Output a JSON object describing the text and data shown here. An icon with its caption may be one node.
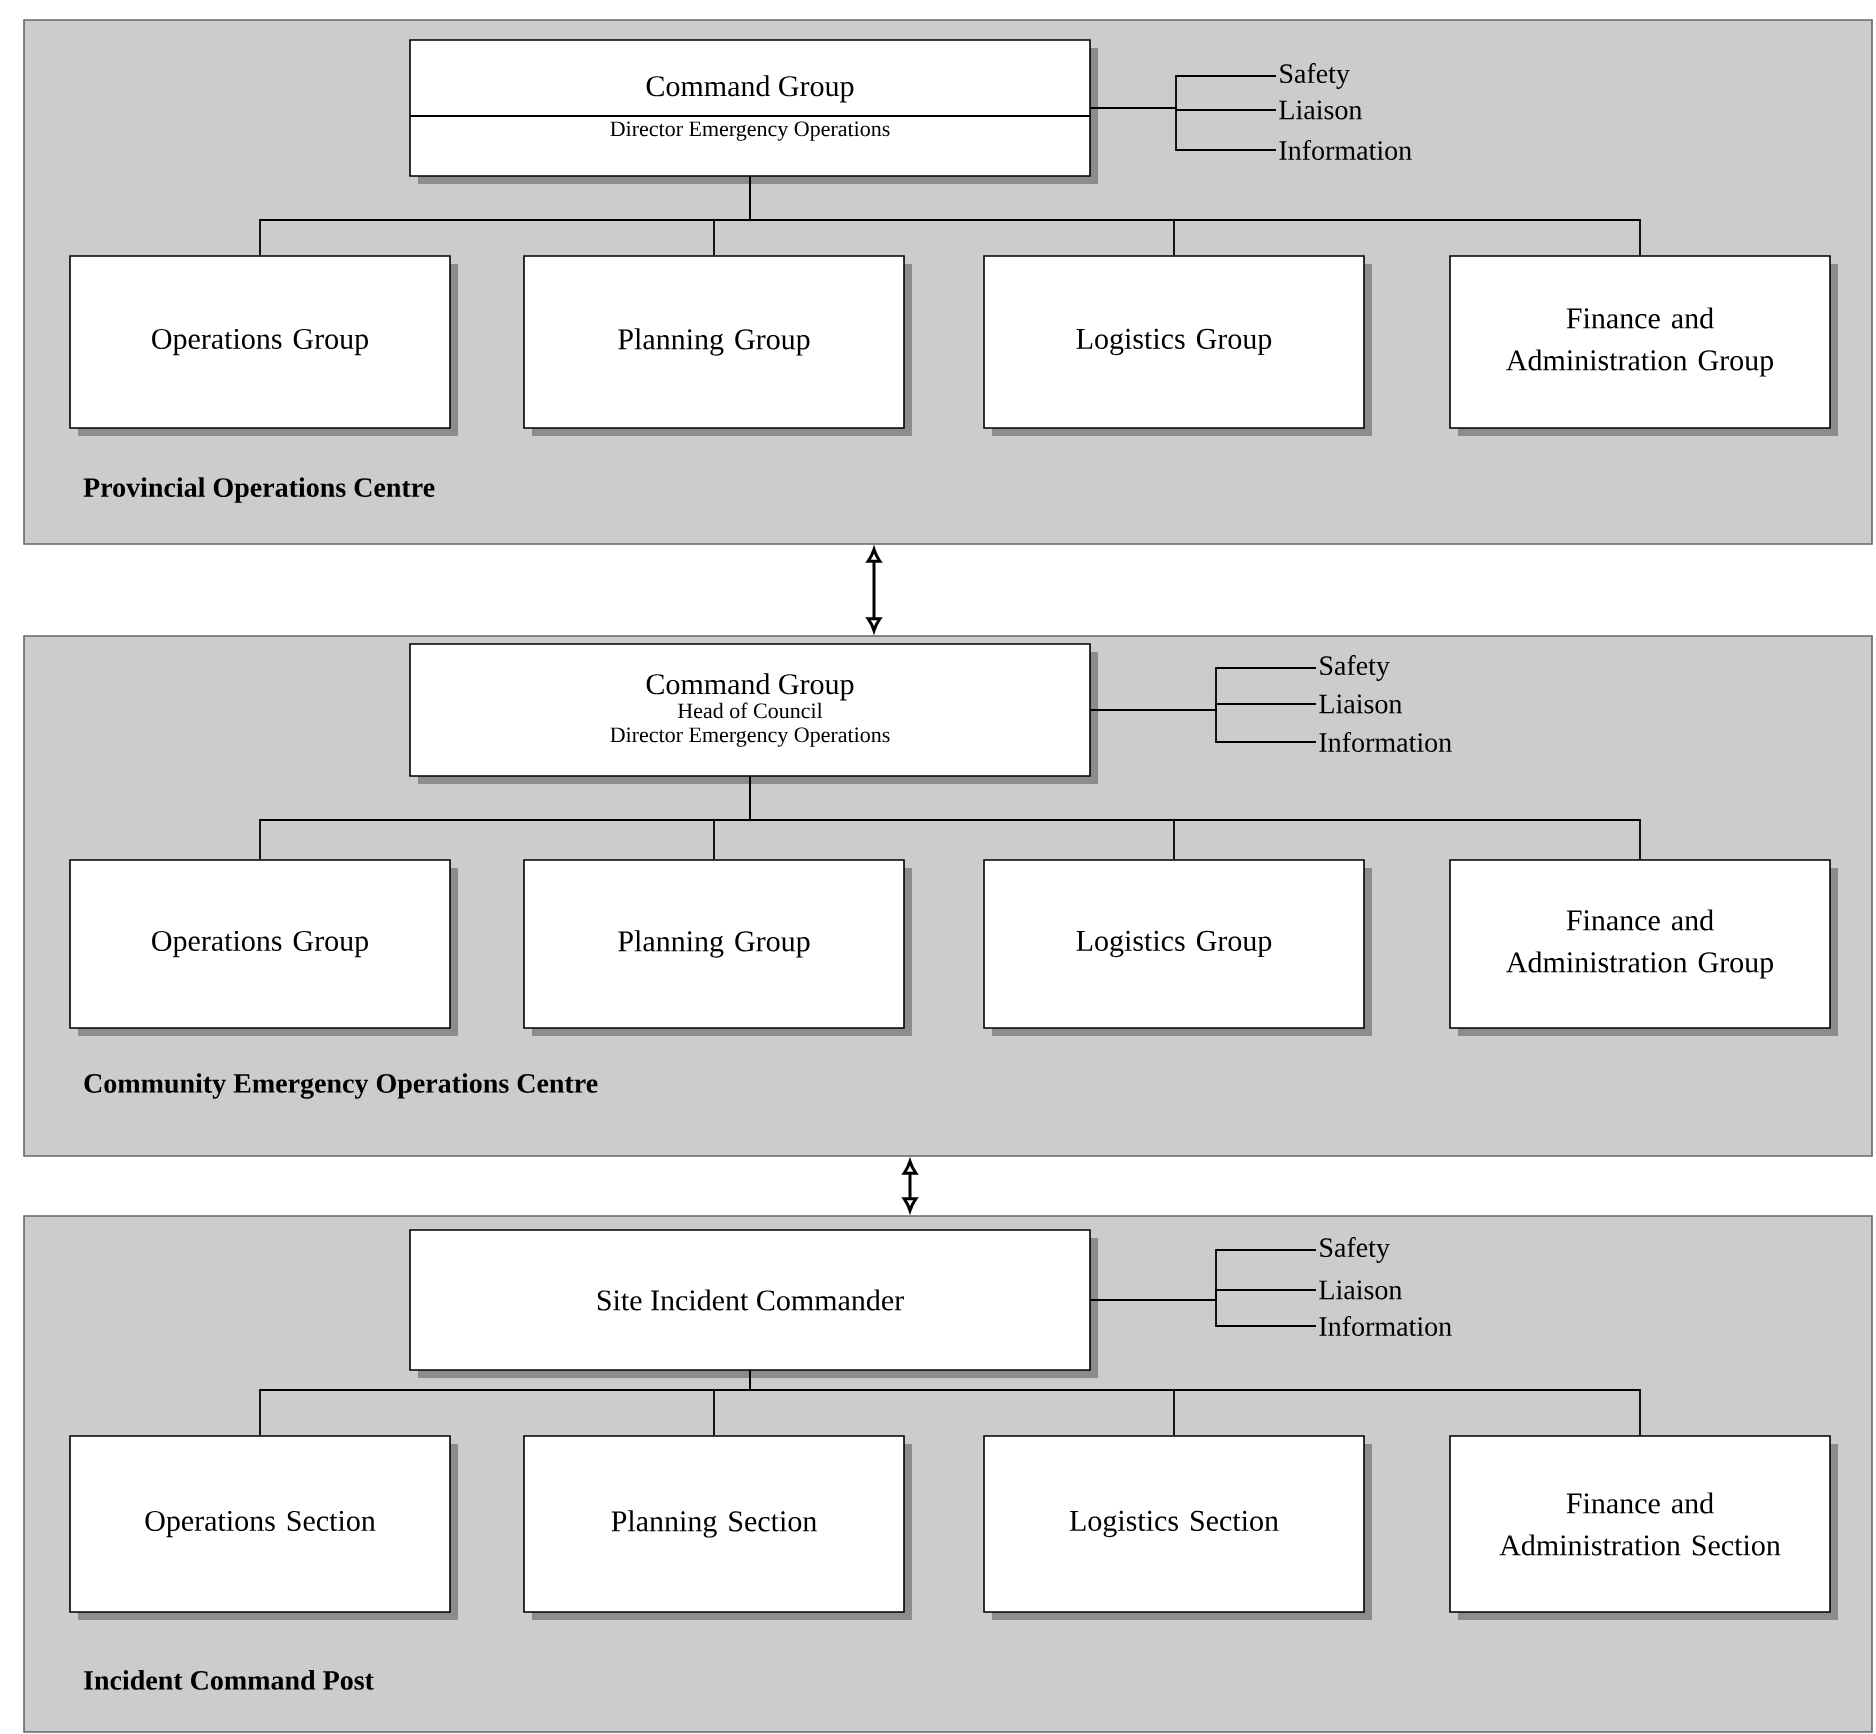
{
  "diagram": {
    "nodes": [
      {
        "text": [
          "Provincial Operations Centre"
        ]
      },
      {
        "text": [
          "Command Group",
          "Director Emergency Operations"
        ],
        "in": 0
      },
      {
        "text": [
          "Safety"
        ],
        "in": 0
      },
      {
        "text": [
          "Liaison"
        ],
        "in": 0
      },
      {
        "text": [
          "Information"
        ],
        "in": 0
      },
      {
        "text": [
          "Operations Group"
        ],
        "in": 0
      },
      {
        "text": [
          "Planning Group"
        ],
        "in": 0
      },
      {
        "text": [
          "Logistics Group"
        ],
        "in": 0
      },
      {
        "text": [
          "Finance and Administration Group"
        ],
        "in": 0
      },
      {
        "text": [
          "Community Emergency Operations Centre"
        ]
      },
      {
        "text": [
          "Command Group",
          "Head of Council",
          "Director Emergency Operations"
        ],
        "in": 9
      },
      {
        "text": [
          "Safety"
        ],
        "in": 9
      },
      {
        "text": [
          "Liaison"
        ],
        "in": 9
      },
      {
        "text": [
          "Information"
        ],
        "in": 9
      },
      {
        "text": [
          "Operations Group"
        ],
        "in": 9
      },
      {
        "text": [
          "Planning Group"
        ],
        "in": 9
      },
      {
        "text": [
          "Logistics Group"
        ],
        "in": 9
      },
      {
        "text": [
          "Finance and Administration Group"
        ],
        "in": 9
      },
      {
        "text": [
          "Incident Command Post"
        ]
      },
      {
        "text": [
          "Site Incident Commander"
        ],
        "in": 18
      },
      {
        "text": [
          "Safety"
        ],
        "in": 18
      },
      {
        "text": [
          "Liaison"
        ],
        "in": 18
      },
      {
        "text": [
          "Information"
        ],
        "in": 18
      },
      {
        "text": [
          "Operations Section"
        ],
        "in": 18
      },
      {
        "text": [
          "Planning Section"
        ],
        "in": 18
      },
      {
        "text": [
          "Logistics Section"
        ],
        "in": 18
      },
      {
        "text": [
          "Finance and Administration Section"
        ],
        "in": 18
      }
    ],
    "edges": [
      {
        "from": 1,
        "to": 2,
        "arrow": "none"
      },
      {
        "from": 1,
        "to": 3,
        "arrow": "none"
      },
      {
        "from": 1,
        "to": 4,
        "arrow": "none"
      },
      {
        "from": 1,
        "to": 5,
        "arrow": "none"
      },
      {
        "from": 1,
        "to": 6,
        "arrow": "none"
      },
      {
        "from": 1,
        "to": 7,
        "arrow": "none"
      },
      {
        "from": 1,
        "to": 8,
        "arrow": "none"
      },
      {
        "from": 0,
        "to": 9,
        "arrow": "both"
      },
      {
        "from": 10,
        "to": 11,
        "arrow": "none"
      },
      {
        "from": 10,
        "to": 12,
        "arrow": "none"
      },
      {
        "from": 10,
        "to": 13,
        "arrow": "none"
      },
      {
        "from": 10,
        "to": 14,
        "arrow": "none"
      },
      {
        "from": 10,
        "to": 15,
        "arrow": "none"
      },
      {
        "from": 10,
        "to": 16,
        "arrow": "none"
      },
      {
        "from": 10,
        "to": 17,
        "arrow": "none"
      },
      {
        "from": 9,
        "to": 18,
        "arrow": "both"
      },
      {
        "from": 19,
        "to": 20,
        "arrow": "none"
      },
      {
        "from": 19,
        "to": 21,
        "arrow": "none"
      },
      {
        "from": 19,
        "to": 22,
        "arrow": "none"
      },
      {
        "from": 19,
        "to": 23,
        "arrow": "none"
      },
      {
        "from": 19,
        "to": 24,
        "arrow": "none"
      },
      {
        "from": 19,
        "to": 25,
        "arrow": "none"
      },
      {
        "from": 19,
        "to": 26,
        "arrow": "none"
      }
    ]
  }
}
